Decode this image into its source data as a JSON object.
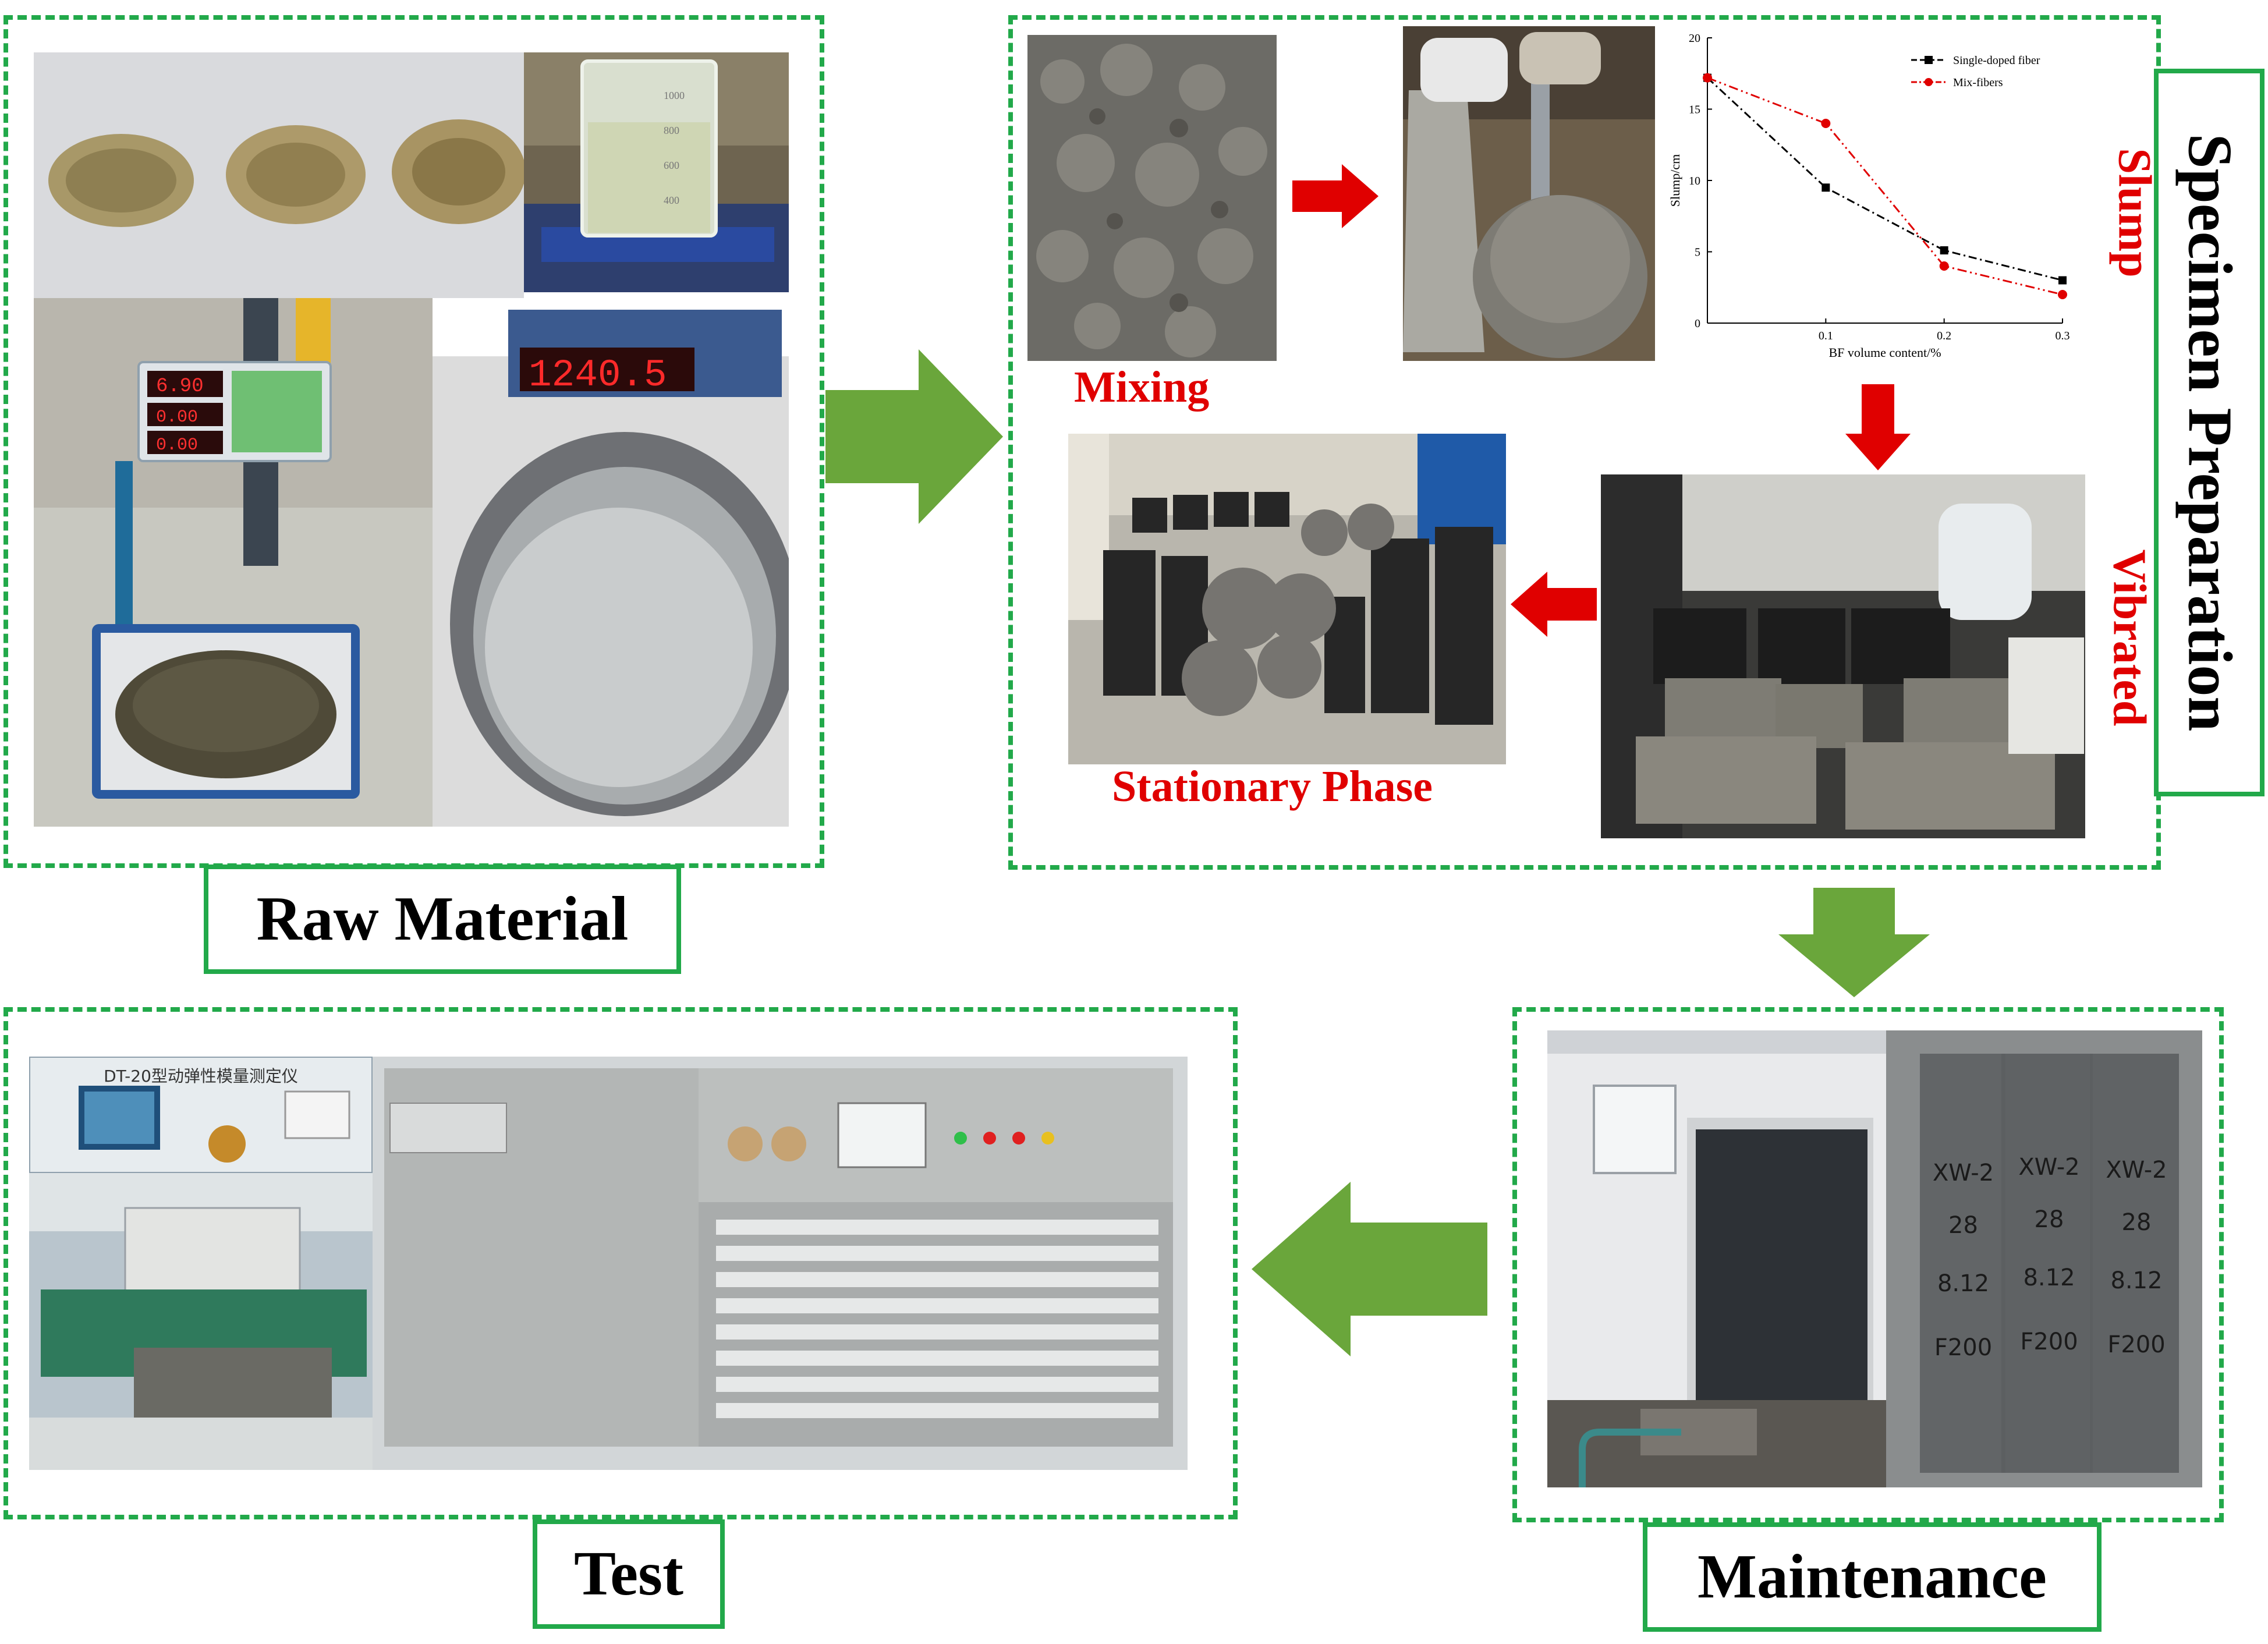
{
  "sections": {
    "raw_material": "Raw Material",
    "specimen_preparation": "Specimen Preparation",
    "maintenance": "Maintenance",
    "test": "Test"
  },
  "steps": {
    "mixing": "Mixing",
    "slump": "Slump",
    "vibrated": "Vibrated",
    "stationary": "Stationary Phase"
  },
  "photos": {
    "scale_display": "1240.5",
    "scale_small_display": [
      "6.90",
      "0.00",
      "0.00"
    ],
    "beaker_marks": [
      "1000",
      "800",
      "600",
      "400"
    ],
    "tester_title": "DT-20型动弹性模量测定仪",
    "specimen_marks": [
      [
        "XW-2",
        "28",
        "8.12",
        "F200"
      ],
      [
        "XW-2",
        "28",
        "8.12",
        "F200"
      ],
      [
        "XW-2",
        "28",
        "8.12",
        "F200"
      ]
    ]
  },
  "colors": {
    "frame_green": "#22a94a",
    "arrow_green": "#6aa63b",
    "arrow_red": "#e00000"
  },
  "chart_data": {
    "type": "line",
    "xlabel": "BF volume content/%",
    "ylabel": "Slump/cm",
    "xlim": [
      0,
      0.3
    ],
    "ylim": [
      0,
      20
    ],
    "xticks": [
      "0.1",
      "0.2",
      "0.3"
    ],
    "yticks": [
      "0",
      "5",
      "10",
      "15",
      "20"
    ],
    "legend_position": "top-right",
    "series": [
      {
        "name": "Single-doped fiber",
        "color": "#000000",
        "marker": "square",
        "x": [
          0,
          0.1,
          0.2,
          0.3
        ],
        "y": [
          17.2,
          9.5,
          5.1,
          3.0
        ]
      },
      {
        "name": "Mix-fibers",
        "color": "#e00000",
        "marker": "circle",
        "x": [
          0,
          0.1,
          0.2,
          0.3
        ],
        "y": [
          17.2,
          14.0,
          4.0,
          2.0
        ]
      }
    ]
  }
}
